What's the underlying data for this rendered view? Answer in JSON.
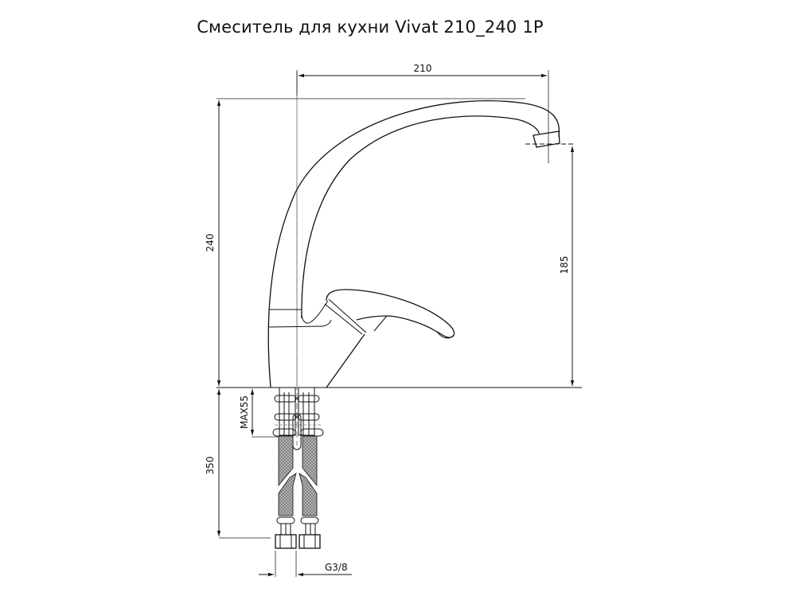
{
  "title": "Смеситель для кухни Vivat 210_240 1P",
  "dimensions": {
    "spout_reach": "210",
    "total_height": "240",
    "spout_height": "185",
    "hose_length": "350",
    "max_countertop": "MAX55",
    "thread": "G3/8"
  },
  "colors": {
    "line": "#111111",
    "centerline": "#9a9a9a",
    "hose_fill": "#8a8a8a",
    "background": "#ffffff"
  }
}
